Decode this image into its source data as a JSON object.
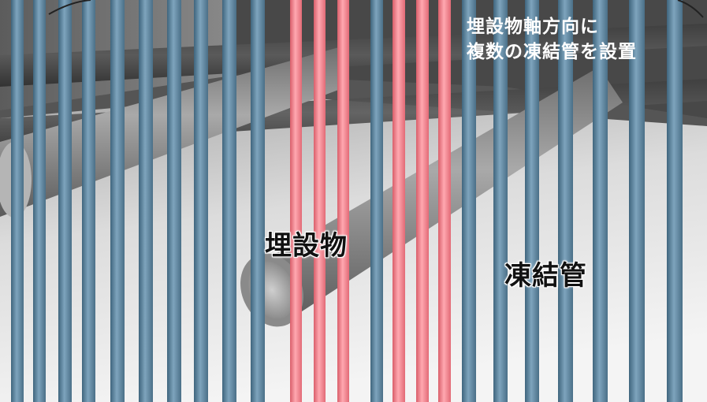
{
  "callout": {
    "line1": "埋設物軸方向に",
    "line2": "複数の凍結管を設置"
  },
  "labels": {
    "buried_object": "埋設物",
    "freeze_pipe": "凍結管"
  },
  "colors": {
    "freeze_pipe_blue": "#5f86a0",
    "freeze_pipe_red": "#f07e88",
    "buried_pipe_gray": "#9a9a9a",
    "beam_dark": "#4a4a4a",
    "floor_light": "#d9d9d9"
  }
}
